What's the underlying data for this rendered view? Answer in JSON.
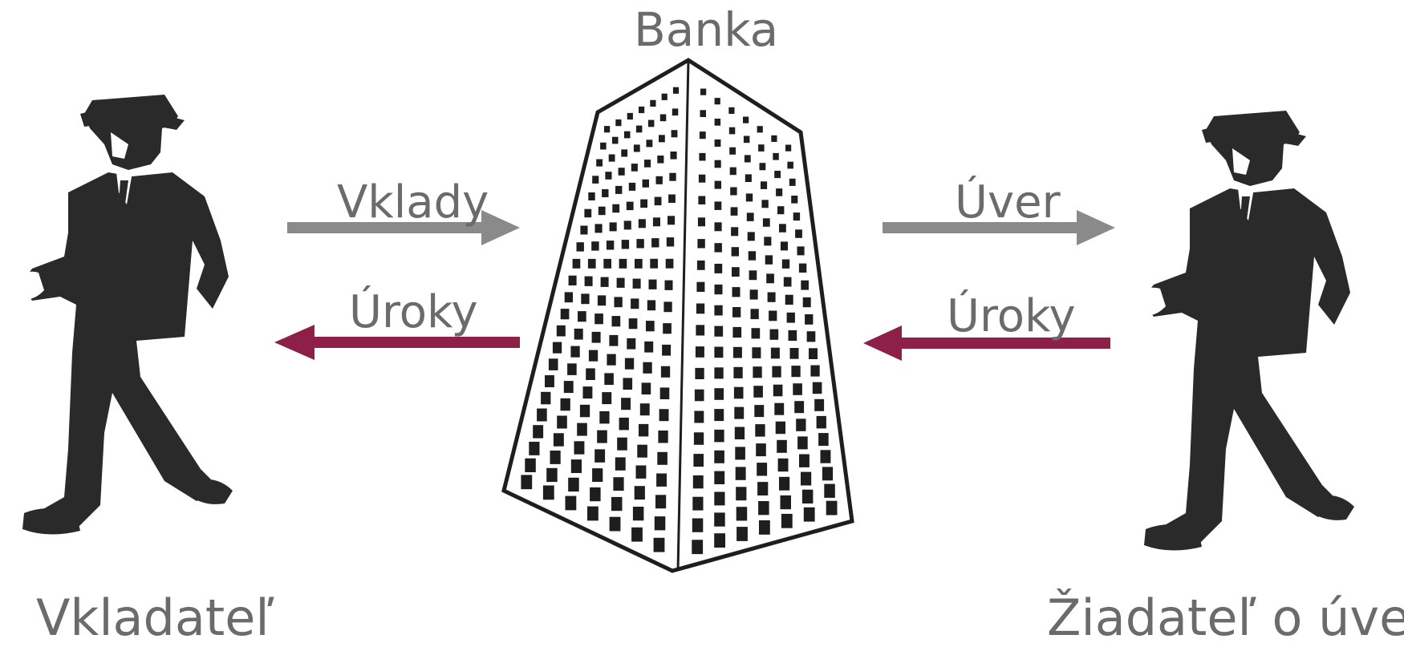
{
  "labels": {
    "bank": "Banka",
    "depositor": "Vkladateľ",
    "borrower": "Žiadateľ o úver",
    "deposits": "Vklady",
    "interest_left": "Úroky",
    "loan": "Úver",
    "interest_right": "Úroky"
  },
  "colors": {
    "flow_out_arrow": "#8a8a8a",
    "flow_in_arrow": "#8e1f47",
    "text": "#6b6b6b",
    "silhouette": "#2b2a2b"
  },
  "icons": {
    "depositor": "walking-businessman-icon",
    "borrower": "walking-businessman-icon",
    "bank": "skyscraper-bank-icon"
  }
}
